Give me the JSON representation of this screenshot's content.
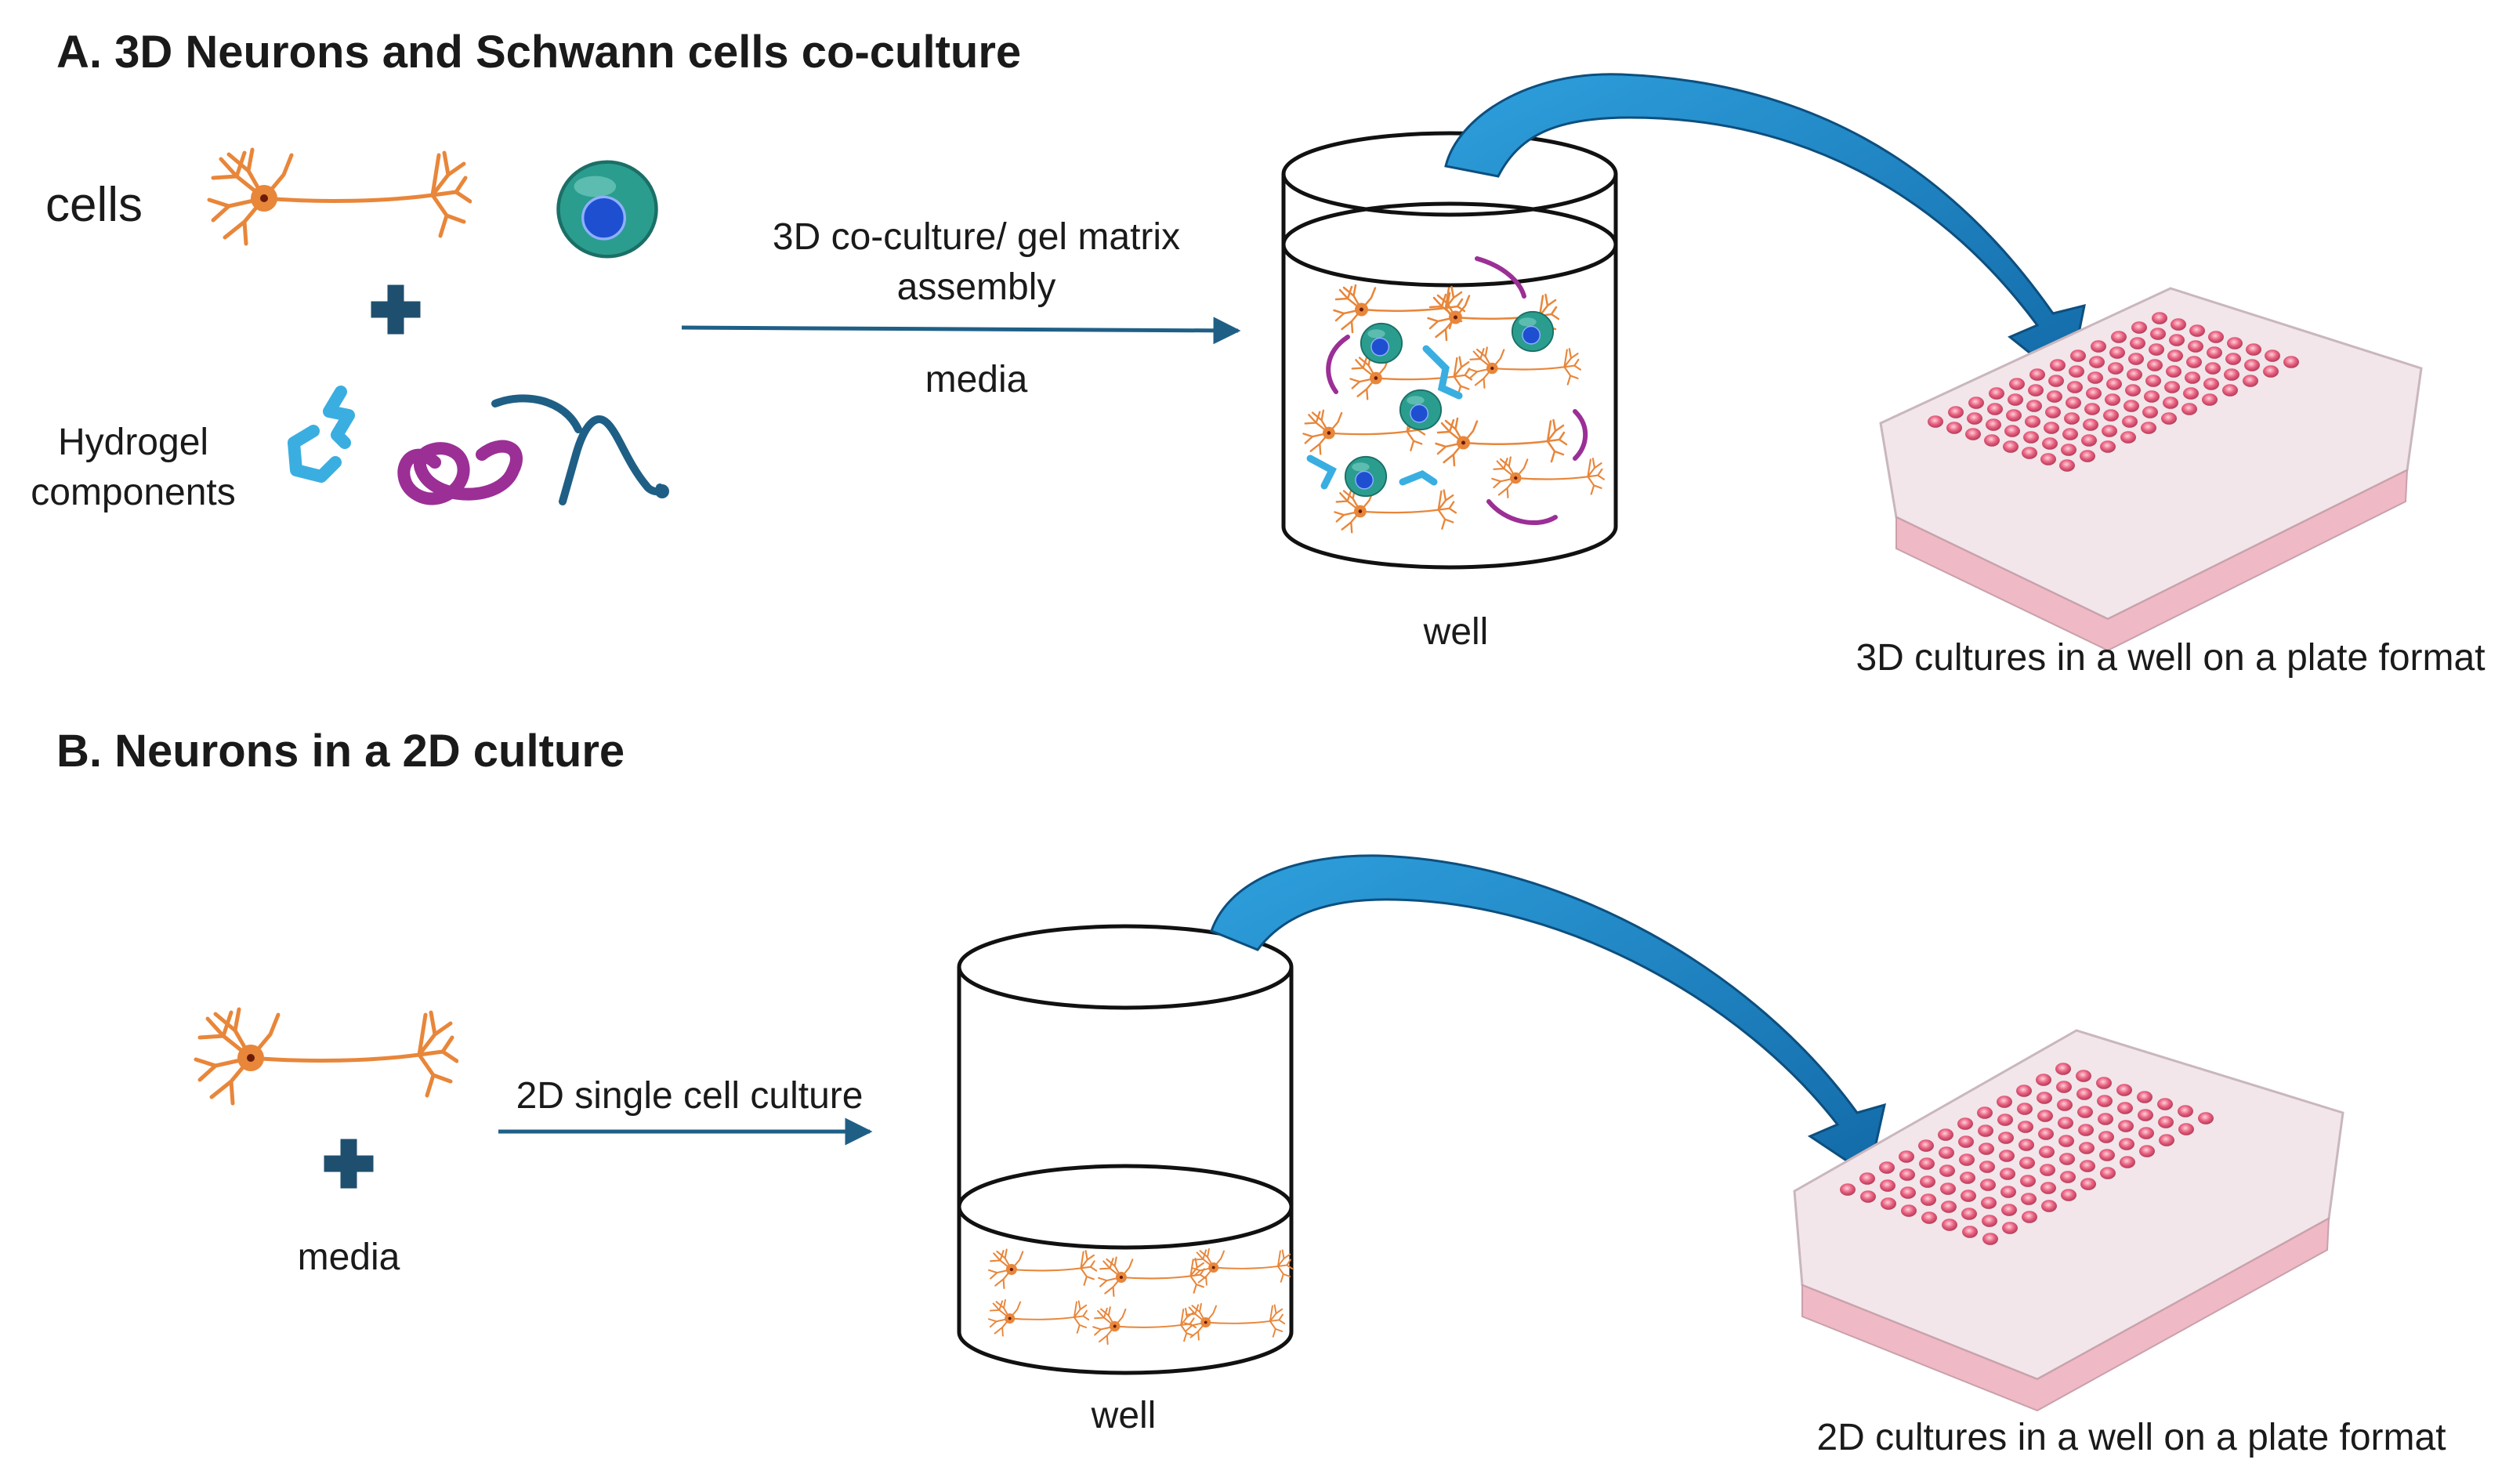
{
  "section_a": {
    "title": "A. 3D Neurons and Schwann cells co-culture",
    "cells_label": "cells",
    "hydrogel_label_line1": "Hydrogel",
    "hydrogel_label_line2": "components",
    "arrow_label_line1": "3D co-culture/ gel matrix",
    "arrow_label_line2": "assembly",
    "media_label": "media",
    "well_label": "well",
    "plate_caption": "3D cultures in a well on a plate format"
  },
  "section_b": {
    "title": "B. Neurons in a 2D culture",
    "arrow_label": "2D single cell culture",
    "media_label": "media",
    "well_label": "well",
    "plate_caption": "2D cultures in a well on a plate format"
  },
  "colors": {
    "neuron": "#e8863a",
    "schwann_cell": "#2a9d8f",
    "nucleus": "#1f4fd1",
    "hydrogel_cyan": "#3aaee0",
    "hydrogel_purple": "#9b2f96",
    "hydrogel_navy": "#1f5f86",
    "arrow_blue": "#1e88c9",
    "plus": "#1f4f6e",
    "plate_pink": "#e8607f"
  },
  "icons": [
    "neuron-icon",
    "schwann-cell-icon",
    "plus-icon",
    "hydrogel-icon",
    "well-icon",
    "well-plate-icon",
    "curved-arrow-icon"
  ]
}
